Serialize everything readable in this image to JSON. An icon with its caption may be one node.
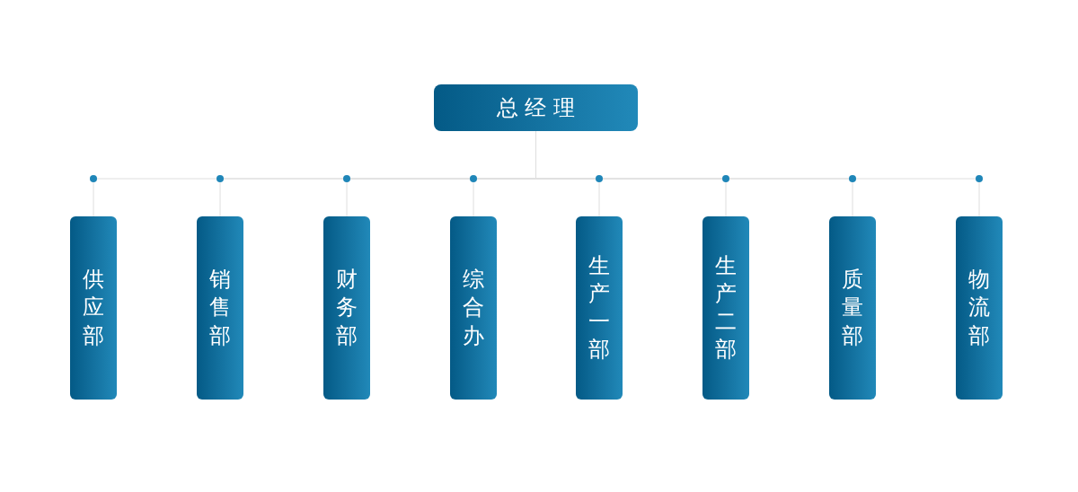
{
  "diagram": {
    "nodes": [
      {
        "text": [
          "总经理"
        ]
      },
      {
        "text": [
          "供应部"
        ]
      },
      {
        "text": [
          "销售部"
        ]
      },
      {
        "text": [
          "财务部"
        ]
      },
      {
        "text": [
          "综合办"
        ]
      },
      {
        "text": [
          "生产一部"
        ]
      },
      {
        "text": [
          "生产二部"
        ]
      },
      {
        "text": [
          "质量部"
        ]
      },
      {
        "text": [
          "物流部"
        ]
      }
    ],
    "edges": [
      {
        "from": 0,
        "to": 1,
        "arrow": "none"
      },
      {
        "from": 0,
        "to": 2,
        "arrow": "none"
      },
      {
        "from": 0,
        "to": 3,
        "arrow": "none"
      },
      {
        "from": 0,
        "to": 4,
        "arrow": "none"
      },
      {
        "from": 0,
        "to": 5,
        "arrow": "none"
      },
      {
        "from": 0,
        "to": 6,
        "arrow": "none"
      },
      {
        "from": 0,
        "to": 7,
        "arrow": "none"
      },
      {
        "from": 0,
        "to": 8,
        "arrow": "none"
      }
    ]
  }
}
